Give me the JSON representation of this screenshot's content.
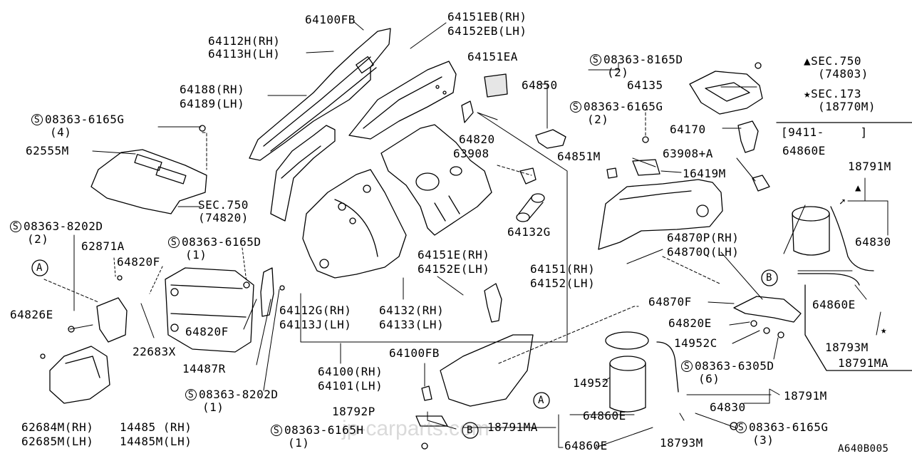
{
  "diagram_code": "A640B005",
  "watermark": "jp-carparts.com",
  "fastener_symbol": "S",
  "callout_a": "A",
  "callout_b": "B",
  "legend": {
    "triangle": "▲SEC.750",
    "triangle_sub": "(74803)",
    "star": "★SEC.173",
    "star_sub": "(18770M)"
  },
  "box_header": "[9411-     ]",
  "labels": {
    "l64100fb_top": "64100FB",
    "l64112h": "64112H(RH)",
    "l64113h": "64113H(LH)",
    "l64151eb": "64151EB(RH)",
    "l64152eb": "64152EB(LH)",
    "l64151ea": "64151EA",
    "l64188": "64188(RH)",
    "l64189": "64189(LH)",
    "l64850": "64850",
    "l08363_8165d": "08363-8165D",
    "l08363_8165d_q": "(2)",
    "l64135": "64135",
    "l08363_6165g_r": "08363-6165G",
    "l08363_6165g_r_q": "(2)",
    "l08363_6165g_l": "08363-6165G",
    "l08363_6165g_l_q": "(4)",
    "l64820_top": "64820",
    "l63908": "63908",
    "l64170": "64170",
    "l62555m": "62555M",
    "l64851m": "64851M",
    "l63908a": "63908+A",
    "l16419m": "16419M",
    "l64860e_box": "64860E",
    "l18791m_box": "18791M",
    "lsec750": "SEC.750",
    "lsec750_q": "(74820)",
    "l64132g": "64132G",
    "l08363_8202d_l": "08363-8202D",
    "l08363_8202d_l_q": "(2)",
    "l08363_6165d": "08363-6165D",
    "l08363_6165d_q": "(1)",
    "l62871a": "62871A",
    "l64870p": "64870P(RH)",
    "l64870q": "64870Q(LH)",
    "l64830_box": "64830",
    "l64820f_top": "64820F",
    "l64151e": "64151E(RH)",
    "l64152e": "64152E(LH)",
    "l64151": "64151(RH)",
    "l64152": "64152(LH)",
    "l64826e": "64826E",
    "l64112g": "64112G(RH)",
    "l64113j": "64113J(LH)",
    "l64132": "64132(RH)",
    "l64133": "64133(LH)",
    "l64870f": "64870F",
    "l64860e_box2": "64860E",
    "l64820e": "64820E",
    "l64820f_bot": "64820F",
    "l22683x": "22683X",
    "l14952c": "14952C",
    "l18793m_box": "18793M",
    "l14487r": "14487R",
    "l64100fb_bot": "64100FB",
    "l18791ma_box": "18791MA",
    "l64100": "64100(RH)",
    "l64101": "64101(LH)",
    "l14952": "14952",
    "l08363_6305d": "08363-6305D",
    "l08363_6305d_q": "(6)",
    "l08363_8202d_b": "08363-8202D",
    "l08363_8202d_b_q": "(1)",
    "l18791m_r": "18791M",
    "l64830_r": "64830",
    "l18792p": "18792P",
    "l64860e_b1": "64860E",
    "l62684m": "62684M(RH)",
    "l62685m": "62685M(LH)",
    "l14485": "14485 (RH)",
    "l14485m": "14485M(LH)",
    "l08363_6165h": "08363-6165H",
    "l08363_6165h_q": "(1)",
    "l18791ma_b": "18791MA",
    "l64860e_b2": "64860E",
    "l18793m_b": "18793M",
    "l08363_6165g_b": "08363-6165G",
    "l08363_6165g_b_q": "(3)"
  }
}
